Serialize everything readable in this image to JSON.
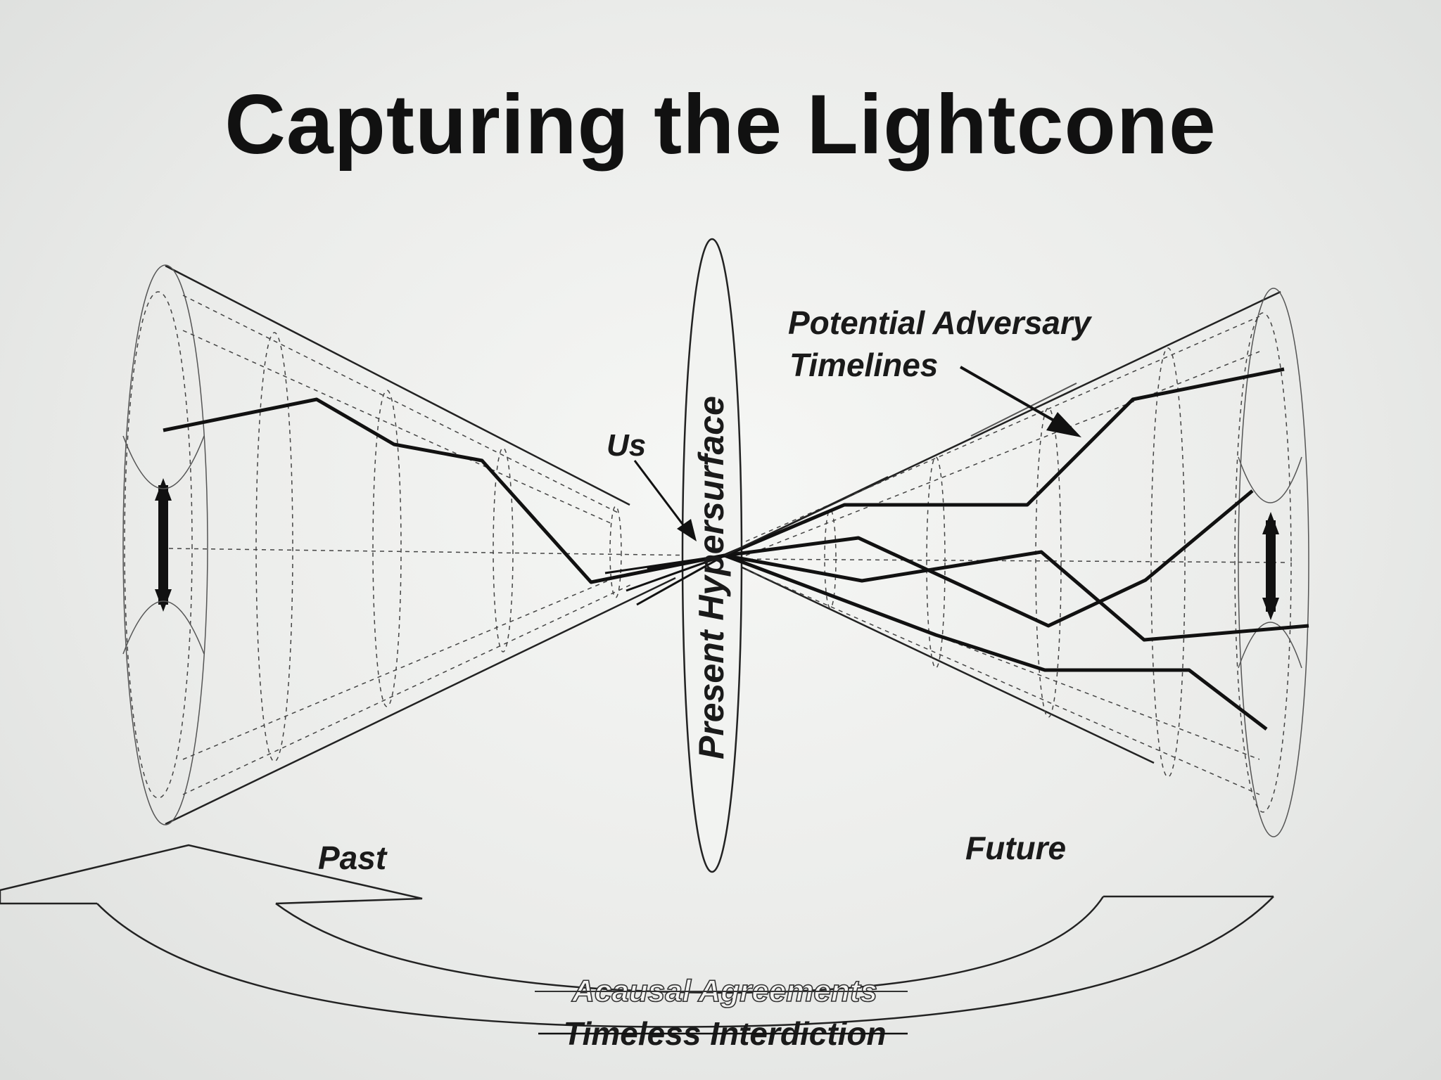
{
  "title": "Capturing the Lightcone",
  "labels": {
    "potential_adversary_line1": "Potential Adversary",
    "potential_adversary_line2": "Timelines",
    "us": "Us",
    "present_hypersurface": "Present Hypersurface",
    "past": "Past",
    "future": "Future",
    "acausal_agreements": "Acausal Agreements",
    "timeless_interdiction": "Timeless Interdiction"
  },
  "colors": {
    "ink": "#111111",
    "background": "#eceeec"
  }
}
